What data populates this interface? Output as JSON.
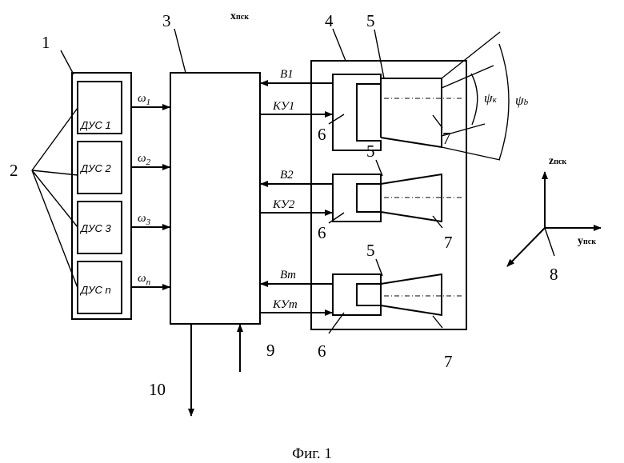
{
  "labels": {
    "n1": "1",
    "n2": "2",
    "n3": "3",
    "n4": "4",
    "n5a": "5",
    "n5b": "5",
    "n5c": "5",
    "n6a": "6",
    "n6b": "6",
    "n6c": "6",
    "n7a": "7",
    "n7b": "7",
    "n7c": "7",
    "n8": "8",
    "n9": "9",
    "n10": "10"
  },
  "sensors": [
    "ДУС 1",
    "ДУС 2",
    "ДУС 3",
    "ДУС n"
  ],
  "omegas": [
    {
      "sym": "ω",
      "sub": "1"
    },
    {
      "sym": "ω",
      "sub": "2"
    },
    {
      "sym": "ω",
      "sub": "3"
    },
    {
      "sym": "ω",
      "sub": "n"
    }
  ],
  "signals": {
    "b1": "B1",
    "ku1": "КУ1",
    "b2": "B2",
    "ku2": "КУ2",
    "bm": "Bm",
    "kum": "КУm"
  },
  "axes": {
    "x_main": "x",
    "x_sub": "пск",
    "z_main": "z",
    "z_sub": "пск",
    "y_main": "y",
    "y_sub": "пск"
  },
  "angles": {
    "psi_k": "ψ",
    "psi_k_sub": "к",
    "psi_b": "ψ",
    "psi_b_sub": "b"
  },
  "caption": "Фиг. 1"
}
